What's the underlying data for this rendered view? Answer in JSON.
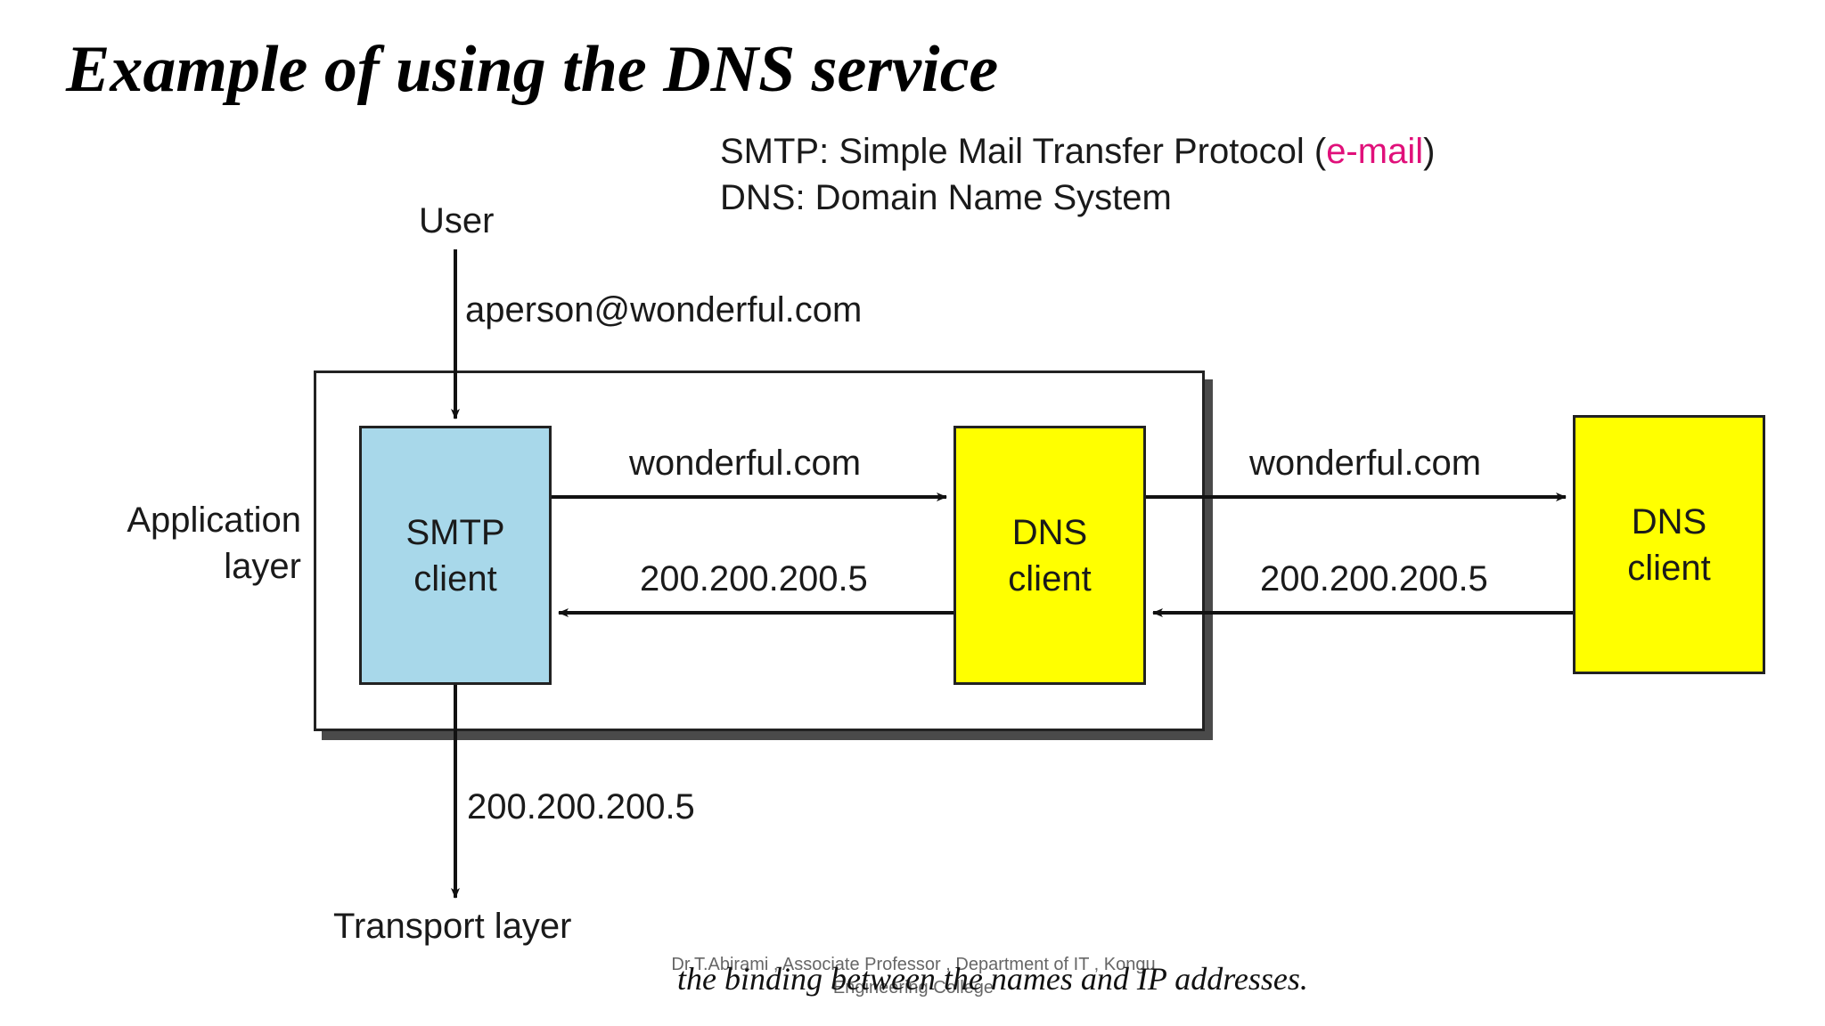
{
  "slide": {
    "title": "Example of using the DNS service",
    "caption": "the binding between the names and IP addresses.",
    "footer": "Dr.T.Abirami , Associate Professor , Department of IT , Kongu Engineering College"
  },
  "legend": {
    "smtp_prefix": "SMTP: Simple Mail Transfer Protocol (",
    "smtp_highlight": "e-mail",
    "smtp_suffix": ")",
    "dns": "DNS: Domain Name System",
    "highlight_color": "#e0107a"
  },
  "diagram": {
    "user_label": "User",
    "email_label": "aperson@wonderful.com",
    "application_layer_line1": "Application",
    "application_layer_line2": "layer",
    "smtp_box_line1": "SMTP",
    "smtp_box_line2": "client",
    "dns_client_line1": "DNS",
    "dns_client_line2": "client",
    "dns_server_line1": "DNS",
    "dns_server_line2": "client",
    "query_label_1": "wonderful.com",
    "reply_label_1": "200.200.200.5",
    "query_label_2": "wonderful.com",
    "reply_label_2": "200.200.200.5",
    "transport_value": "200.200.200.5",
    "transport_label": "Transport layer",
    "colors": {
      "smtp_box": "#a8d8ea",
      "dns_box": "#ffff00"
    }
  }
}
